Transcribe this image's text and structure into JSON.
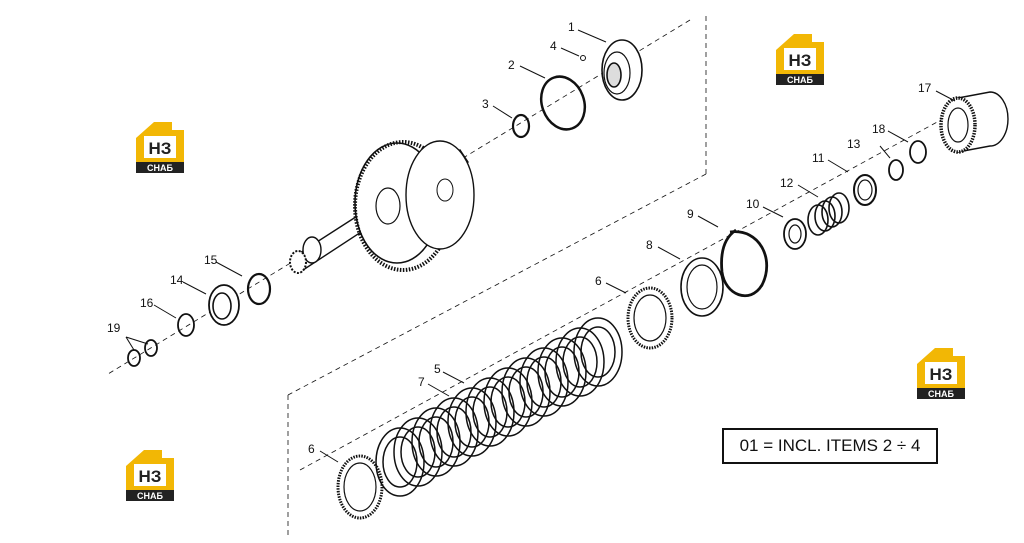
{
  "callouts": {
    "n1": "1",
    "n2": "2",
    "n3": "3",
    "n4": "4",
    "n5": "5",
    "n6a": "6",
    "n6b": "6",
    "n7": "7",
    "n8": "8",
    "n9": "9",
    "n10": "10",
    "n11": "11",
    "n12": "12",
    "n13": "13",
    "n14": "14",
    "n15": "15",
    "n16": "16",
    "n17": "17",
    "n18": "18",
    "n19": "19"
  },
  "note": "01 = INCL. ITEMS 2 ÷ 4",
  "watermark": {
    "top": "НЗ",
    "bottom": "СНАБ"
  },
  "colors": {
    "logo_yellow": "#f2b705",
    "logo_dark": "#222222",
    "line": "#111111"
  }
}
